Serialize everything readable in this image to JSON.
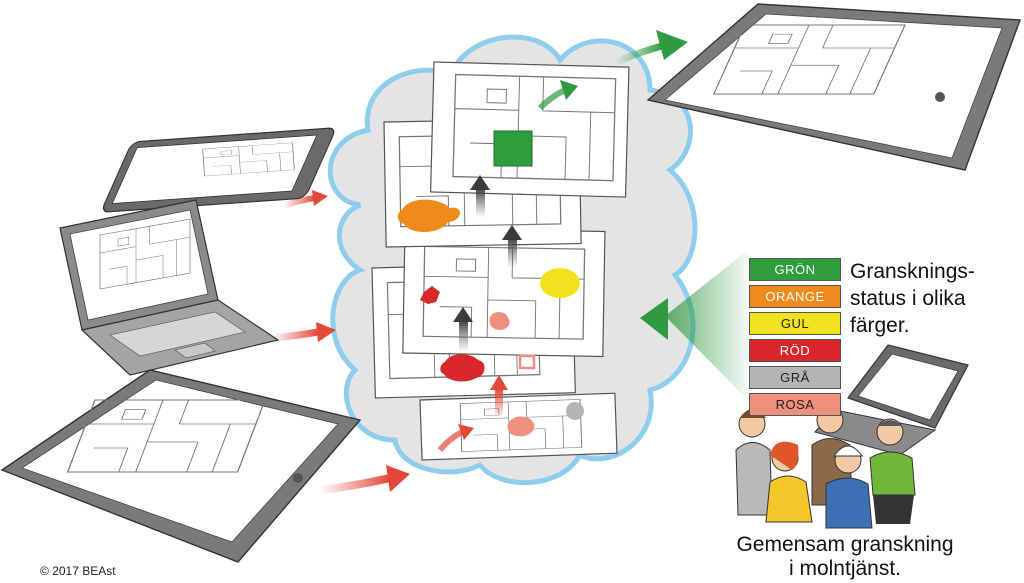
{
  "status_legend": {
    "title_lines": [
      "Gransknings-",
      "status i olika",
      "färger."
    ],
    "items": [
      {
        "label": "GRÖN",
        "color": "#2e9e3c",
        "text_color": "#ffffff"
      },
      {
        "label": "ORANGE",
        "color": "#ef8a1c",
        "text_color": "#ffffff"
      },
      {
        "label": "GUL",
        "color": "#f2e21d",
        "text_color": "#222222"
      },
      {
        "label": "RÖD",
        "color": "#d8262b",
        "text_color": "#ffffff"
      },
      {
        "label": "GRÅ",
        "color": "#b5b5b5",
        "text_color": "#222222"
      },
      {
        "label": "ROSA",
        "color": "#ef8f7d",
        "text_color": "#222222"
      }
    ]
  },
  "caption": {
    "line1": "Gemensam granskning",
    "line2": "i molntjänst."
  },
  "copyright": "© 2017 BEAst",
  "colors": {
    "cloud_fill": "#e4e4e4",
    "cloud_outline": "#8fcdee",
    "arrow_in": "#e4483a",
    "arrow_out": "#2f9a3f",
    "review_gray": "#6b6b6b"
  },
  "icons": [
    "tablet-icon",
    "laptop-icon",
    "cloud-icon",
    "drawing-sheet-icon",
    "people-group-icon",
    "arrow-icon"
  ]
}
